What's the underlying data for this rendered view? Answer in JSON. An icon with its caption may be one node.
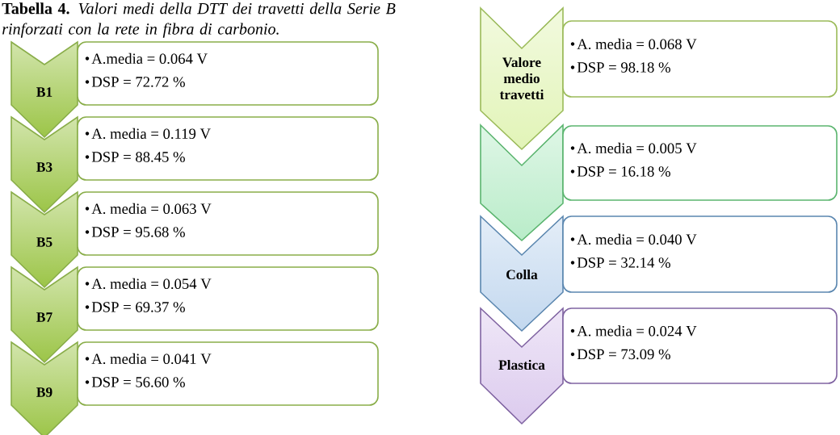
{
  "diagram": {
    "title": "**Tabella 4.** *Valori medi della DTT dei travetti della Serie B rinforzati con la rete in fibra di carbonio.*",
    "nodes": [
      {
        "text": [
          "B1"
        ]
      },
      {
        "text": [
          "A.media = 0.064 V",
          "DSP = 72.72 %"
        ]
      },
      {
        "text": [
          "B3"
        ]
      },
      {
        "text": [
          "A. media = 0.119 V",
          "DSP = 88.45 %"
        ]
      },
      {
        "text": [
          "B5"
        ]
      },
      {
        "text": [
          "A. media = 0.063 V",
          "DSP = 95.68 %"
        ]
      },
      {
        "text": [
          "B7"
        ]
      },
      {
        "text": [
          "A. media = 0.054 V",
          "DSP = 69.37 %"
        ]
      },
      {
        "text": [
          "B9"
        ]
      },
      {
        "text": [
          "A. media = 0.041 V",
          "DSP = 56.60 %"
        ]
      },
      {
        "text": [
          "Valore medio travetti"
        ]
      },
      {
        "text": [
          "A. media = 0.068 V",
          "DSP = 98.18 %"
        ]
      },
      {
        "text": [],
        "shape": "chevron"
      },
      {
        "text": [
          "A. media = 0.005 V",
          "DSP = 16.18 %"
        ]
      },
      {
        "text": [
          "Colla"
        ]
      },
      {
        "text": [
          "A. media = 0.040 V",
          "DSP = 32.14 %"
        ]
      },
      {
        "text": [
          "Plastica"
        ]
      },
      {
        "text": [
          "A. media = 0.024 V",
          "DSP = 73.09 %"
        ]
      }
    ],
    "edges": []
  }
}
